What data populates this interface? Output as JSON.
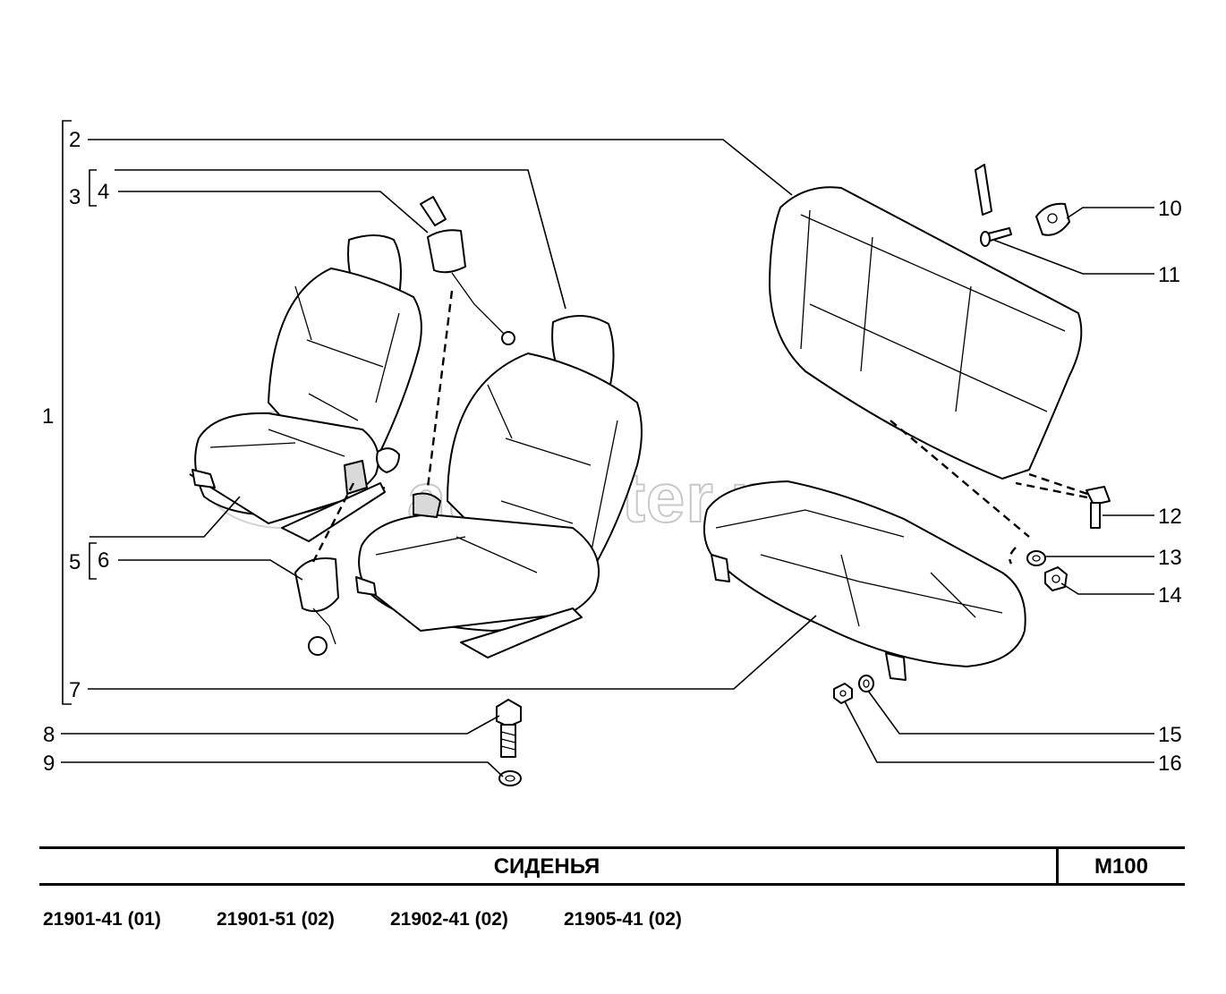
{
  "diagram": {
    "callouts": [
      "1",
      "2",
      "3",
      "4",
      "5",
      "6",
      "7",
      "8",
      "9",
      "10",
      "11",
      "12",
      "13",
      "14",
      "15",
      "16"
    ],
    "watermark": "autopiter.ru"
  },
  "title_block": {
    "title": "СИДЕНЬЯ",
    "sheet_code": "M100"
  },
  "models": [
    "21901-41 (01)",
    "21901-51 (02)",
    "21902-41 (02)",
    "21905-41 (02)"
  ]
}
